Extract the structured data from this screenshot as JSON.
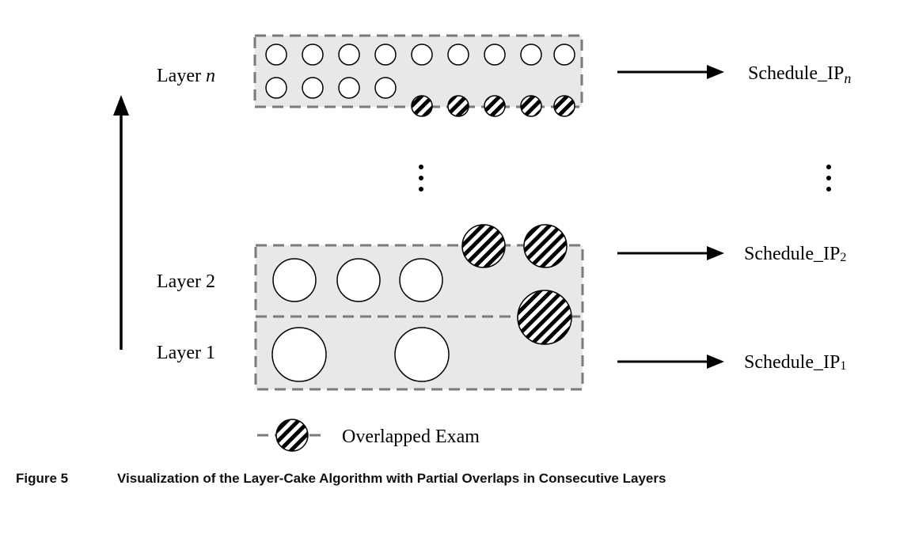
{
  "diagram": {
    "layers": {
      "top": {
        "prefix": "Layer ",
        "var": "n"
      },
      "second": "Layer 2",
      "first": "Layer 1"
    },
    "schedules": {
      "top": {
        "base": "Schedule_IP",
        "sub": "n"
      },
      "second": {
        "base": "Schedule_IP",
        "sub": "2"
      },
      "first": {
        "base": "Schedule_IP",
        "sub": "1"
      }
    },
    "legend_label": "Overlapped Exam",
    "colors": {
      "box_fill": "#e8e8e8",
      "box_border": "#7a7a7a",
      "ink": "#000000"
    }
  },
  "caption": {
    "number": "Figure 5",
    "text": "Visualization of the Layer-Cake Algorithm with Partial Overlaps in Consecutive Layers"
  }
}
